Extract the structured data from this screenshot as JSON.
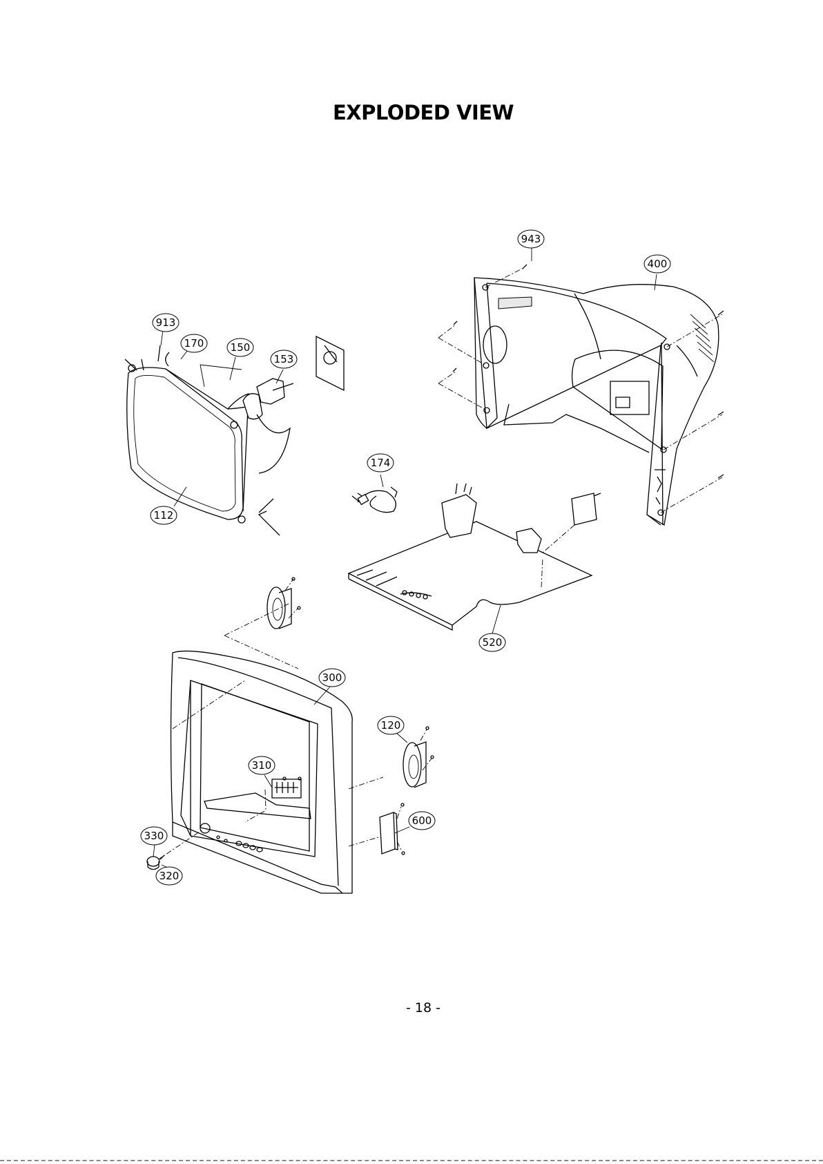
{
  "title": "EXPLODED VIEW",
  "page_number": "-  18  -",
  "callouts": [
    {
      "id": "943",
      "label": "943"
    },
    {
      "id": "400",
      "label": "400"
    },
    {
      "id": "913",
      "label": "913"
    },
    {
      "id": "170",
      "label": "170"
    },
    {
      "id": "150",
      "label": "150"
    },
    {
      "id": "153",
      "label": "153"
    },
    {
      "id": "174",
      "label": "174"
    },
    {
      "id": "112",
      "label": "112"
    },
    {
      "id": "520",
      "label": "520"
    },
    {
      "id": "300",
      "label": "300"
    },
    {
      "id": "120",
      "label": "120"
    },
    {
      "id": "310",
      "label": "310"
    },
    {
      "id": "600",
      "label": "600"
    },
    {
      "id": "330",
      "label": "330"
    },
    {
      "id": "320",
      "label": "320"
    }
  ]
}
